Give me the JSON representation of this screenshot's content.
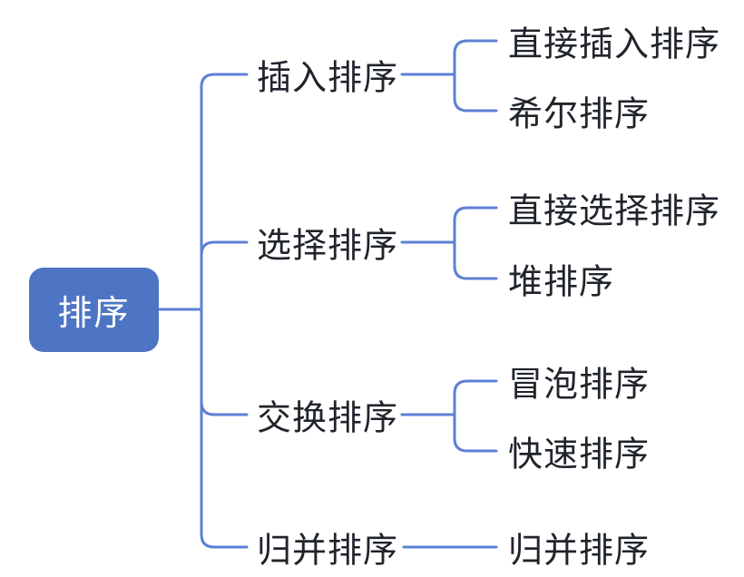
{
  "diagram": {
    "type": "mindmap",
    "title_topic": "排序",
    "colors": {
      "root_fill": "#4e74c4",
      "root_text": "#ffffff",
      "line": "#5c80d4",
      "label_text": "#20242b",
      "background": "#ffffff"
    },
    "root": {
      "label": "排序"
    },
    "branches": [
      {
        "label": "插入排序",
        "children": [
          {
            "label": "直接插入排序"
          },
          {
            "label": "希尔排序"
          }
        ]
      },
      {
        "label": "选择排序",
        "children": [
          {
            "label": "直接选择排序"
          },
          {
            "label": "堆排序"
          }
        ]
      },
      {
        "label": "交换排序",
        "children": [
          {
            "label": "冒泡排序"
          },
          {
            "label": "快速排序"
          }
        ]
      },
      {
        "label": "归并排序",
        "children": [
          {
            "label": "归并排序"
          }
        ]
      }
    ]
  }
}
